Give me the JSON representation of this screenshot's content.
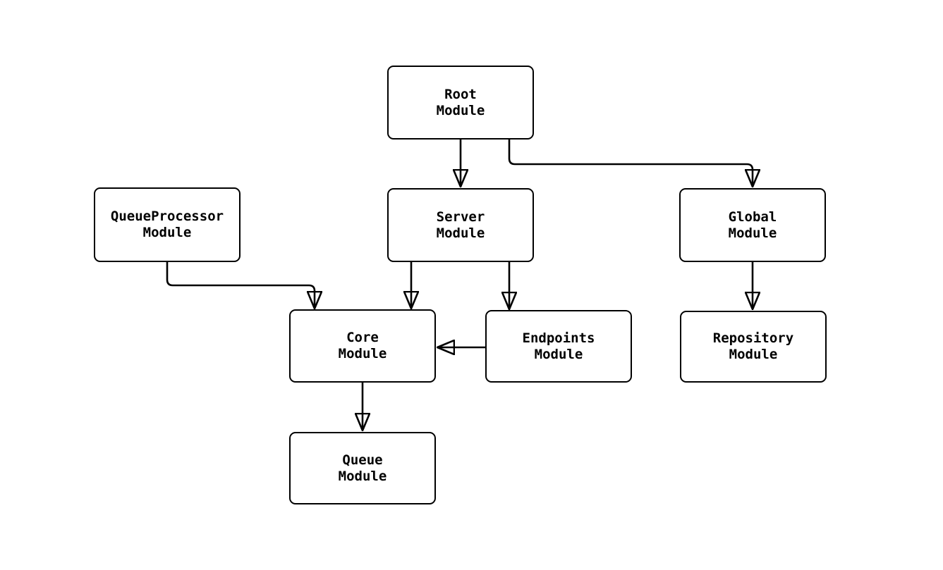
{
  "diagram": {
    "type": "flowchart",
    "direction": "top-down",
    "colors": {
      "background": "#ffffff",
      "node_fill": "#ffffff",
      "node_border": "#000000",
      "edge": "#000000",
      "text": "#000000"
    },
    "nodes": {
      "root": {
        "line1": "Root",
        "line2": "Module",
        "label": "Root Module"
      },
      "queueProcessor": {
        "line1": "QueueProcessor",
        "line2": "Module",
        "label": "QueueProcessor Module"
      },
      "server": {
        "line1": "Server",
        "line2": "Module",
        "label": "Server Module"
      },
      "global": {
        "line1": "Global",
        "line2": "Module",
        "label": "Global Module"
      },
      "core": {
        "line1": "Core",
        "line2": "Module",
        "label": "Core Module"
      },
      "endpoints": {
        "line1": "Endpoints",
        "line2": "Module",
        "label": "Endpoints Module"
      },
      "repository": {
        "line1": "Repository",
        "line2": "Module",
        "label": "Repository Module"
      },
      "queue": {
        "line1": "Queue",
        "line2": "Module",
        "label": "Queue Module"
      }
    },
    "edges": [
      {
        "from": "Root Module",
        "to": "Server Module"
      },
      {
        "from": "Root Module",
        "to": "Global Module"
      },
      {
        "from": "QueueProcessor Module",
        "to": "Core Module"
      },
      {
        "from": "Server Module",
        "to": "Core Module"
      },
      {
        "from": "Server Module",
        "to": "Endpoints Module"
      },
      {
        "from": "Endpoints Module",
        "to": "Core Module"
      },
      {
        "from": "Global Module",
        "to": "Repository Module"
      },
      {
        "from": "Core Module",
        "to": "Queue Module"
      }
    ]
  }
}
